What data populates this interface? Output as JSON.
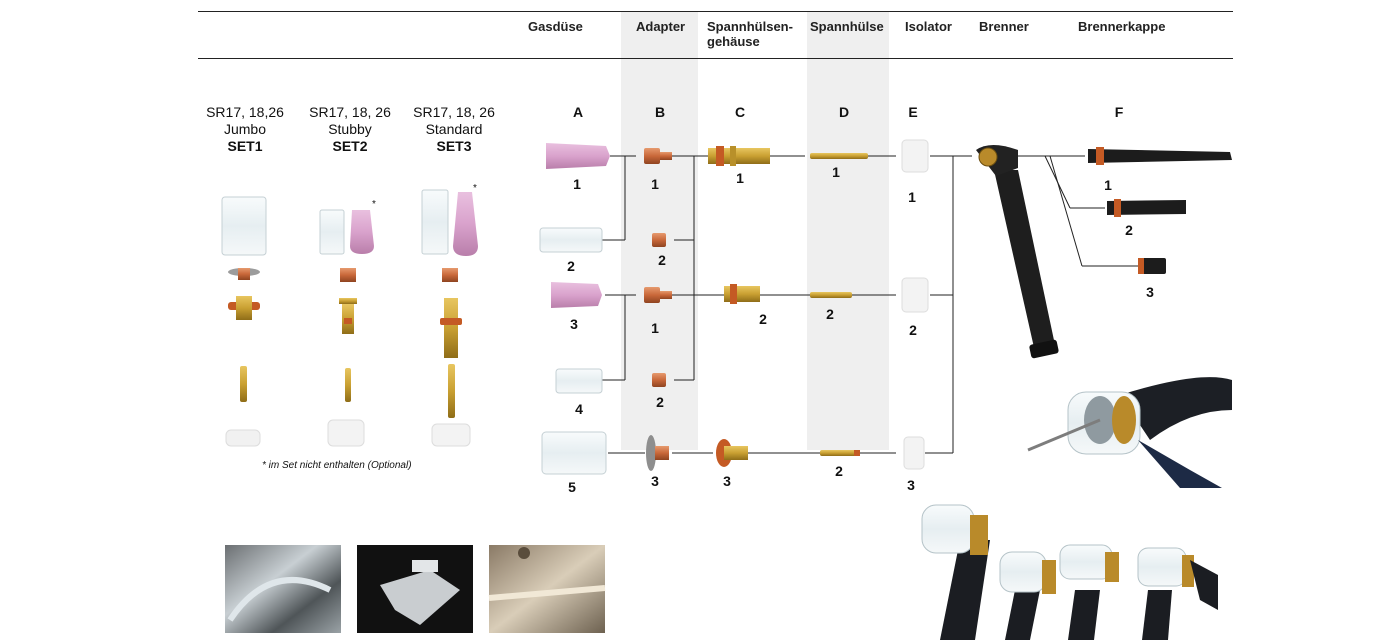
{
  "headers": {
    "gasduese": "Gasdüse",
    "adapter": "Adapter",
    "spannhuelsengehaeuse_1": "Spannhülsen-",
    "spannhuelsengehaeuse_2": "gehäuse",
    "spannhuelse": "Spannhülse",
    "isolator": "Isolator",
    "brenner": "Brenner",
    "brennerkappe": "Brennerkappe"
  },
  "letters": {
    "a": "A",
    "b": "B",
    "c": "C",
    "d": "D",
    "e": "E",
    "f": "F"
  },
  "sets": [
    {
      "line1": "SR17, 18,26",
      "line2": "Jumbo",
      "line3": "SET1"
    },
    {
      "line1": "SR17, 18, 26",
      "line2": "Stubby",
      "line3": "SET2"
    },
    {
      "line1": "SR17, 18, 26",
      "line2": "Standard",
      "line3": "SET3"
    }
  ],
  "optional_mark": "*",
  "note": "* im Set nicht enthalten (Optional)",
  "numbers": {
    "a": [
      "1",
      "2",
      "3",
      "4",
      "5"
    ],
    "b": [
      "1",
      "2",
      "1",
      "2",
      "3"
    ],
    "c": [
      "1",
      "2",
      "3"
    ],
    "d": [
      "1",
      "2",
      "2"
    ],
    "e": [
      "1",
      "2",
      "3"
    ],
    "f": [
      "1",
      "2",
      "3"
    ]
  },
  "colors": {
    "ceramic_pink": "#d9a2cc",
    "glass": "#eef4f6",
    "copper": "#c9683a",
    "brass": "#c9a032",
    "white_ceramic": "#f4f4f4",
    "black": "#1a1a1a",
    "band": "#efefef"
  }
}
